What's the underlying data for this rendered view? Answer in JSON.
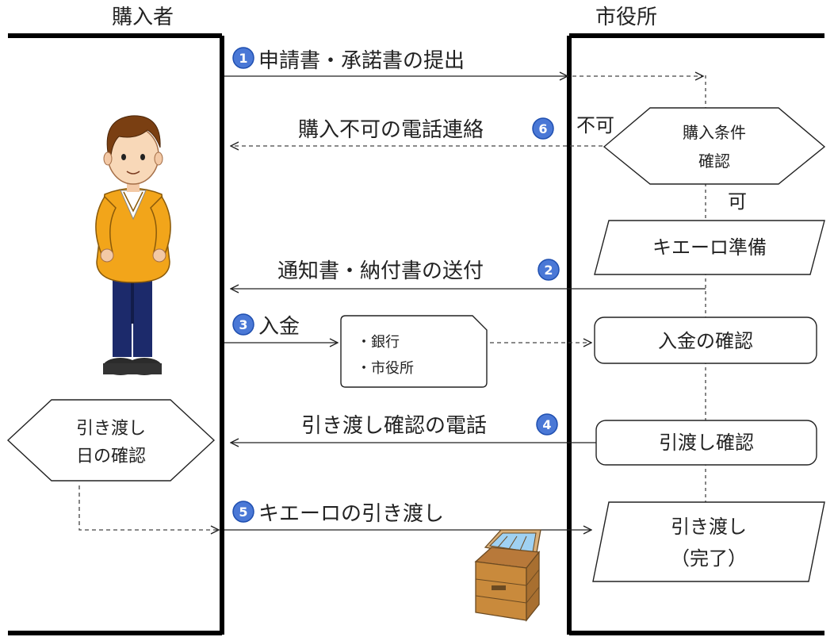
{
  "lanes": {
    "buyer": "購入者",
    "city": "市役所"
  },
  "messages": {
    "m1": {
      "num": "1",
      "label": "申請書・承諾書の提出"
    },
    "m6": {
      "label": "購入不可の電話連絡",
      "num": "6"
    },
    "m2": {
      "label": "通知書・納付書の送付",
      "num": "2"
    },
    "m3": {
      "num": "3",
      "label": "入金"
    },
    "m4": {
      "label": "引き渡し確認の電話",
      "num": "4"
    },
    "m5": {
      "num": "5",
      "label": "キエーロの引き渡し"
    }
  },
  "decision": {
    "line1": "購入条件",
    "line2": "確認",
    "no": "不可",
    "yes": "可"
  },
  "steps": {
    "prepare": "キエーロ準備",
    "payment_check": "入金の確認",
    "handover_check": "引渡し確認",
    "handover_line1": "引き渡し",
    "handover_line2": "（完了）"
  },
  "payment_places": {
    "bank": "・銀行",
    "cityhall": "・市役所"
  },
  "buyer_step": {
    "line1": "引き渡し",
    "line2": "日の確認"
  },
  "colors": {
    "number_badge": "#4a78d6",
    "shirt": "#f2a51a",
    "pants": "#1c2a6b",
    "box": "#c98a3c"
  }
}
